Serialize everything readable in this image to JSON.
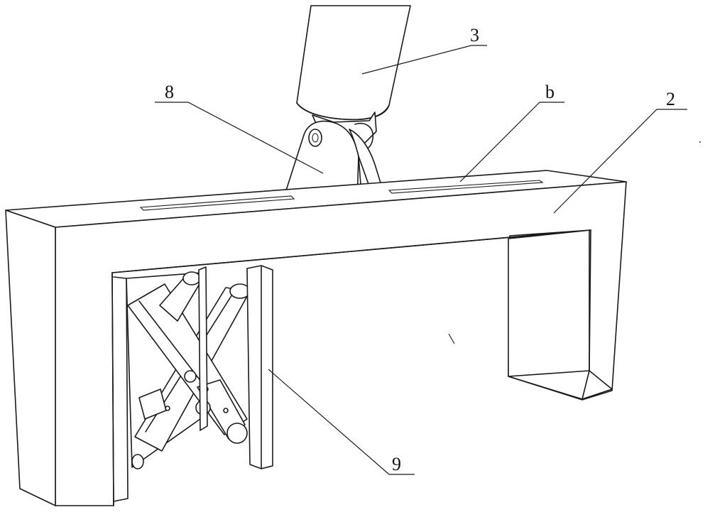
{
  "labels": {
    "actuator": "3",
    "hinge_mount": "8",
    "slot": "b",
    "frame": "2",
    "scissor_plate": "9"
  }
}
